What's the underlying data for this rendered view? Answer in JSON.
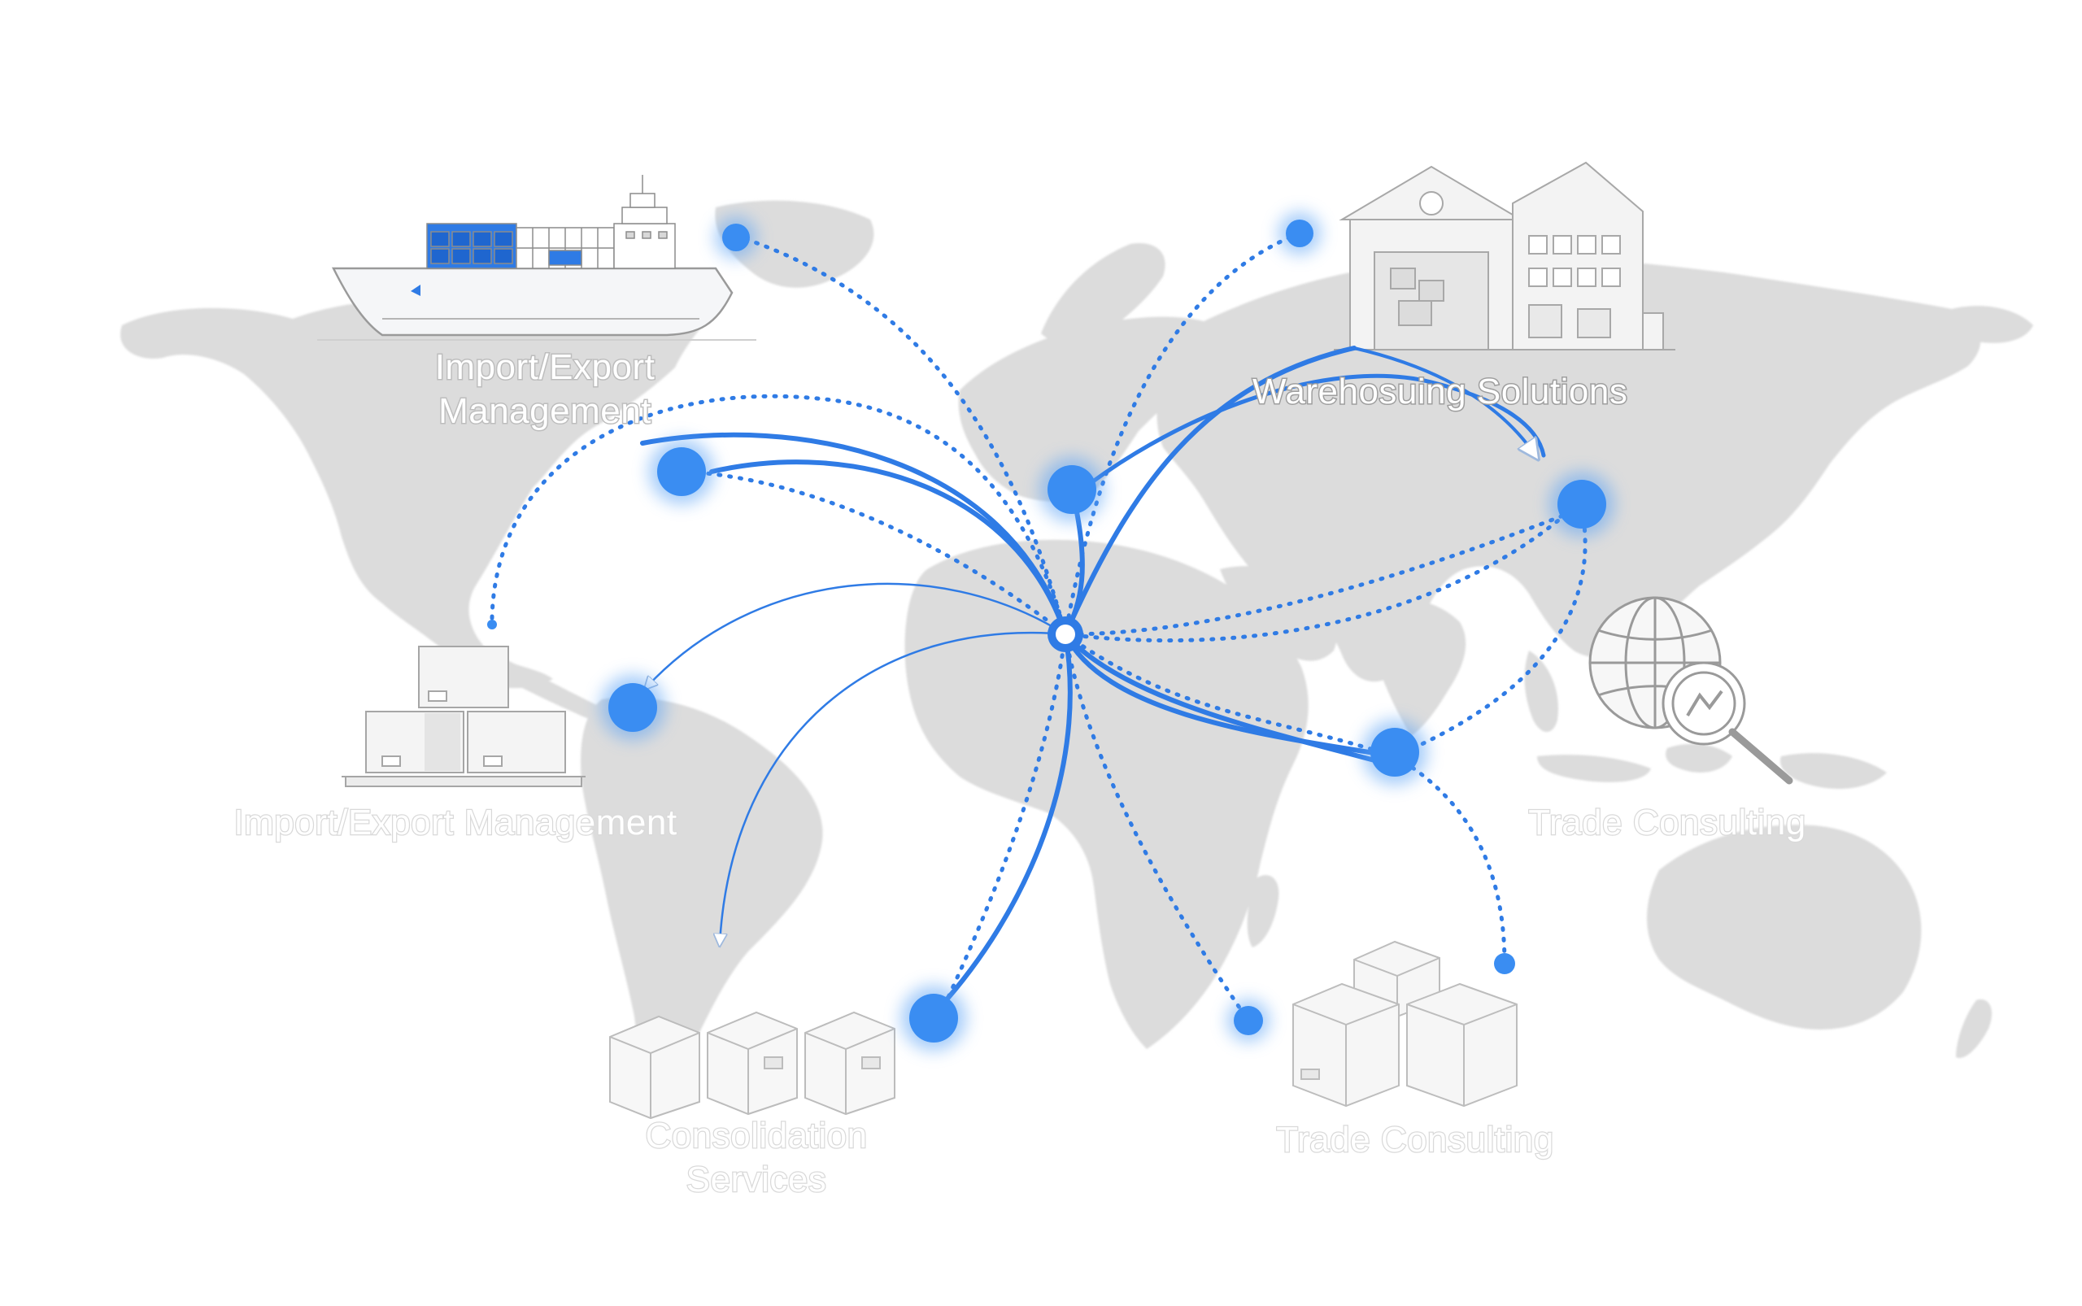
{
  "labels": {
    "import_export_top": "Import/Export\nManagement",
    "warehousing": "Warehosuing Solutions",
    "import_export_left": "Import/Export Management",
    "trade_consulting_right": "Trade Consulting",
    "consolidation": "Consolidation\nServices",
    "trade_consulting_bottom": "Trade Consulting"
  },
  "icons": {
    "ship": "container-ship-icon",
    "warehouse": "warehouse-icon",
    "boxes": "stacked-boxes-icon",
    "globe": "globe-magnifier-icon",
    "cartons": "cardboard-boxes-icon",
    "crates": "stacked-crates-icon"
  },
  "colors": {
    "route": "#2f7be5",
    "node": "#3a8df2",
    "node_glow": "#5aa2f5",
    "land": "#dcdcdc",
    "label_outline": "#bdbdbd"
  },
  "hub": "Central hub"
}
